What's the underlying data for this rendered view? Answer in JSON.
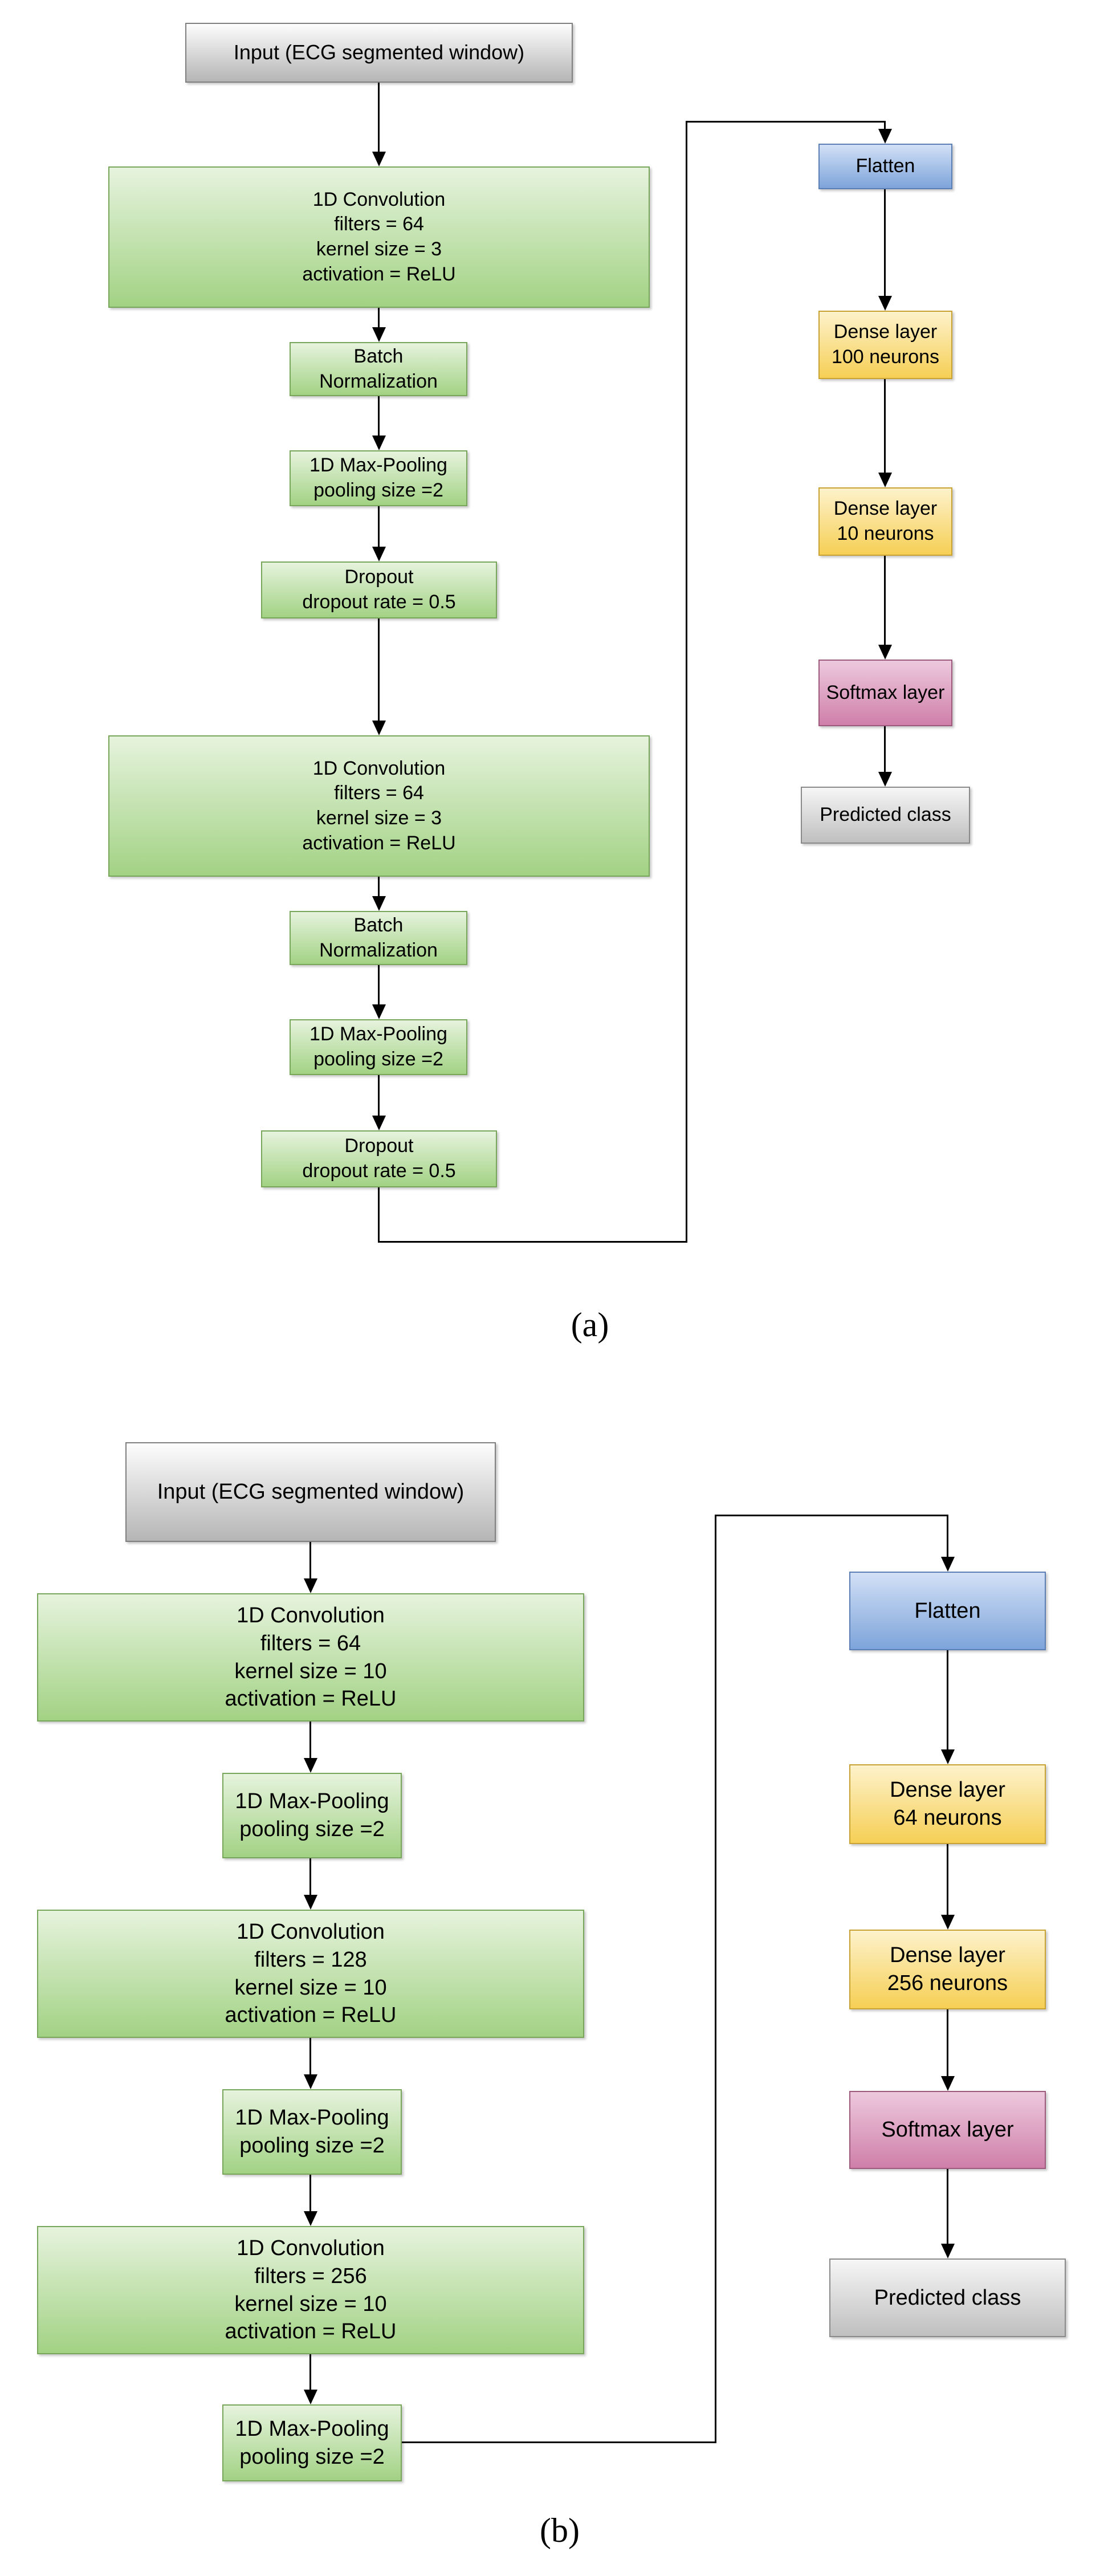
{
  "diagram": {
    "panel_a": {
      "caption": "(a)",
      "input": {
        "l1": "Input (ECG segmented window)"
      },
      "conv1": {
        "l1": "1D Convolution",
        "l2": "filters = 64",
        "l3": "kernel size = 3",
        "l4": "activation = ReLU"
      },
      "bn1": {
        "l1": "Batch",
        "l2": "Normalization"
      },
      "mp1": {
        "l1": "1D Max-Pooling",
        "l2": "pooling size =2"
      },
      "drop1": {
        "l1": "Dropout",
        "l2": "dropout rate = 0.5"
      },
      "conv2": {
        "l1": "1D Convolution",
        "l2": "filters = 64",
        "l3": "kernel size = 3",
        "l4": "activation = ReLU"
      },
      "bn2": {
        "l1": "Batch",
        "l2": "Normalization"
      },
      "mp2": {
        "l1": "1D Max-Pooling",
        "l2": "pooling size =2"
      },
      "drop2": {
        "l1": "Dropout",
        "l2": "dropout rate = 0.5"
      },
      "flatten": {
        "l1": "Flatten"
      },
      "dense1": {
        "l1": "Dense layer",
        "l2": "100 neurons"
      },
      "dense2": {
        "l1": "Dense layer",
        "l2": "10 neurons"
      },
      "softmax": {
        "l1": "Softmax layer"
      },
      "predicted": {
        "l1": "Predicted class"
      }
    },
    "panel_b": {
      "caption": "(b)",
      "input": {
        "l1": "Input (ECG segmented window)"
      },
      "conv1": {
        "l1": "1D Convolution",
        "l2": "filters = 64",
        "l3": "kernel size = 10",
        "l4": "activation = ReLU"
      },
      "mp1": {
        "l1": "1D Max-Pooling",
        "l2": "pooling size =2"
      },
      "conv2": {
        "l1": "1D Convolution",
        "l2": "filters = 128",
        "l3": "kernel size = 10",
        "l4": "activation = ReLU"
      },
      "mp2": {
        "l1": "1D Max-Pooling",
        "l2": "pooling size =2"
      },
      "conv3": {
        "l1": "1D Convolution",
        "l2": "filters = 256",
        "l3": "kernel size = 10",
        "l4": "activation = ReLU"
      },
      "mp3": {
        "l1": "1D Max-Pooling",
        "l2": "pooling size =2"
      },
      "flatten": {
        "l1": "Flatten"
      },
      "dense1": {
        "l1": "Dense layer",
        "l2": "64 neurons"
      },
      "dense2": {
        "l1": "Dense layer",
        "l2": "256 neurons"
      },
      "softmax": {
        "l1": "Softmax layer"
      },
      "predicted": {
        "l1": "Predicted class"
      }
    },
    "colors": {
      "layer_green": "#a2d284",
      "io_gray": "#b5b5b5",
      "flatten_blue": "#7da4da",
      "dense_yellow": "#f6cf55",
      "softmax_pink": "#cf7fa9",
      "line_black": "#000000"
    }
  }
}
